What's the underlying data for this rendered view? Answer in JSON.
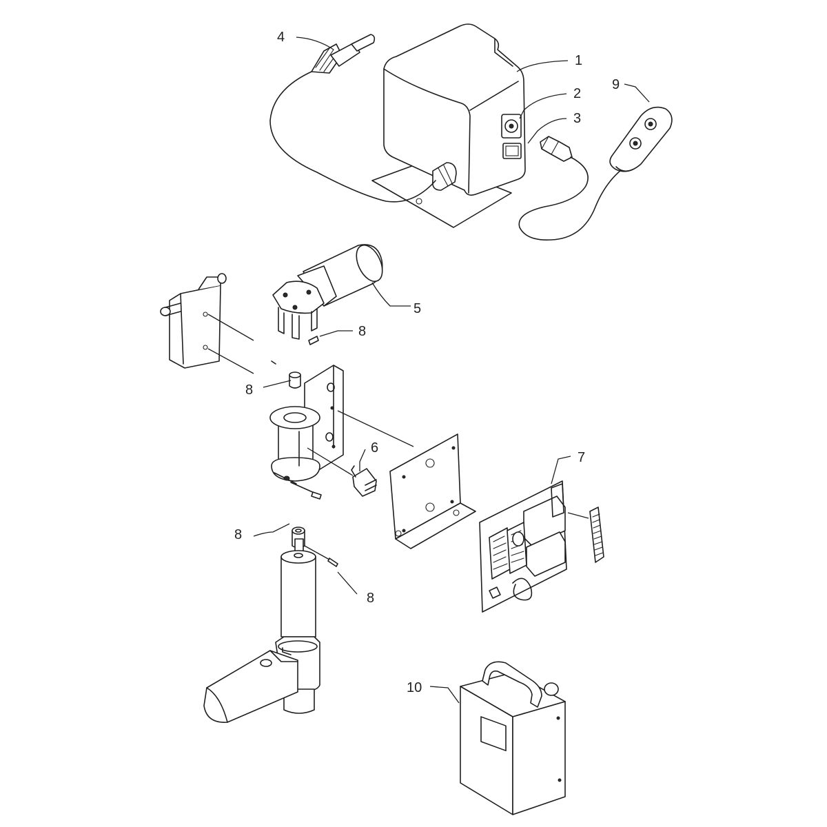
{
  "callouts": [
    {
      "id": "1",
      "label": "1"
    },
    {
      "id": "2",
      "label": "2"
    },
    {
      "id": "3",
      "label": "3"
    },
    {
      "id": "4",
      "label": "4"
    },
    {
      "id": "5",
      "label": "5"
    },
    {
      "id": "6",
      "label": "6"
    },
    {
      "id": "7",
      "label": "7"
    },
    {
      "id": "8a",
      "label": "8"
    },
    {
      "id": "8b",
      "label": "8"
    },
    {
      "id": "8c",
      "label": "8"
    },
    {
      "id": "8d",
      "label": "8"
    },
    {
      "id": "9",
      "label": "9"
    },
    {
      "id": "10",
      "label": "10"
    }
  ],
  "colors": {
    "line": "#1e1e1e",
    "background": "#ffffff"
  }
}
